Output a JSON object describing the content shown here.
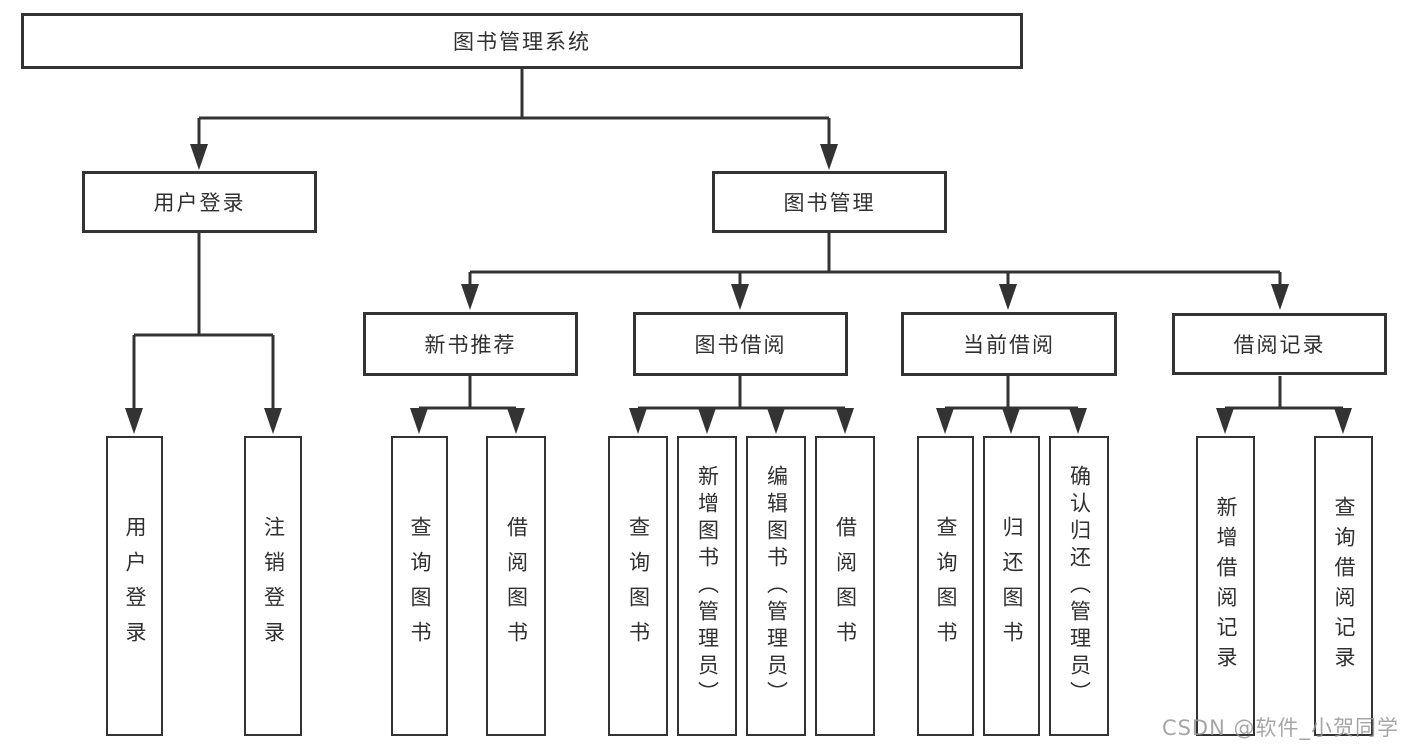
{
  "nodes": [
    {
      "id": "system-root",
      "label": "图书管理系统"
    },
    {
      "id": "user-login",
      "label": "用户登录"
    },
    {
      "id": "book-management",
      "label": "图书管理"
    },
    {
      "id": "new-book-recommend",
      "label": "新书推荐"
    },
    {
      "id": "book-borrow",
      "label": "图书借阅"
    },
    {
      "id": "current-borrow",
      "label": "当前借阅"
    },
    {
      "id": "borrow-records",
      "label": "借阅记录"
    },
    {
      "id": "leaf-user-login",
      "label": "用户登录"
    },
    {
      "id": "leaf-logout",
      "label": "注销登录"
    },
    {
      "id": "leaf-query-books-recommend",
      "label": "查询图书"
    },
    {
      "id": "leaf-borrow-books-recommend",
      "label": "借阅图书"
    },
    {
      "id": "leaf-query-books-borrow",
      "label": "查询图书"
    },
    {
      "id": "leaf-add-book-admin",
      "label": "新增图书（管理员）"
    },
    {
      "id": "leaf-edit-book-admin",
      "label": "编辑图书（管理员）"
    },
    {
      "id": "leaf-borrow-books-borrow",
      "label": "借阅图书"
    },
    {
      "id": "leaf-query-books-current",
      "label": "查询图书"
    },
    {
      "id": "leaf-return-books",
      "label": "归还图书"
    },
    {
      "id": "leaf-confirm-return-admin",
      "label": "确认归还（管理员）"
    },
    {
      "id": "leaf-add-borrow-record",
      "label": "新增借阅记录"
    },
    {
      "id": "leaf-query-borrow-record",
      "label": "查询借阅记录"
    }
  ],
  "watermark": {
    "text": "CSDN @软件_小贺同学"
  },
  "colors": {
    "line": "#333333",
    "text": "#303030",
    "box_background": "#ffffff",
    "background": "#ffffff",
    "watermark": "#969696"
  }
}
